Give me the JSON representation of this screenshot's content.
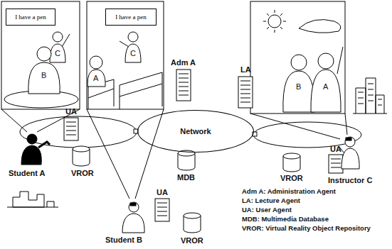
{
  "diagram": {
    "nodes": [
      {
        "text": [
          "I have a pen"
        ]
      },
      {
        "text": [
          "I have a pen"
        ]
      },
      {
        "text": [
          "Network"
        ]
      }
    ],
    "labels": [
      "C",
      "B",
      "C",
      "A",
      "B",
      "A",
      "Adm A",
      "LA",
      "MDB",
      "UA",
      "VROR",
      "UA",
      "VROR",
      "UA",
      "VROR",
      "Student A",
      "Student B",
      "Instructor C",
      "Adm A: Administration Agent",
      "LA: Lecture Agent",
      "UA: User Agent",
      "MDB: Multimedia Database",
      "VROR: Virtual Reality Object Repository"
    ]
  }
}
